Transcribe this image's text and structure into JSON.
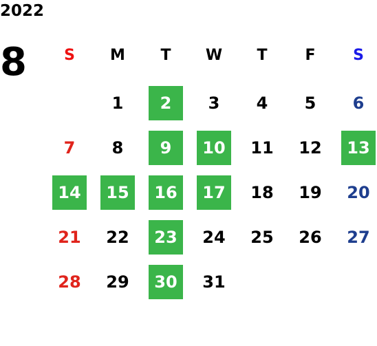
{
  "calendar": {
    "year": "2022",
    "month": "8",
    "weekdays": [
      "S",
      "M",
      "T",
      "W",
      "T",
      "F",
      "S"
    ],
    "weeks": [
      [
        "",
        "1",
        "2",
        "3",
        "4",
        "5",
        "6"
      ],
      [
        "7",
        "8",
        "9",
        "10",
        "11",
        "12",
        "13"
      ],
      [
        "14",
        "15",
        "16",
        "17",
        "18",
        "19",
        "20"
      ],
      [
        "21",
        "22",
        "23",
        "24",
        "25",
        "26",
        "27"
      ],
      [
        "28",
        "29",
        "30",
        "31",
        "",
        "",
        ""
      ]
    ],
    "highlighted_days": [
      "2",
      "9",
      "10",
      "13",
      "14",
      "15",
      "16",
      "17",
      "23",
      "30"
    ],
    "colors": {
      "highlight": "#3bb54a",
      "sunday": "#e0241c",
      "saturday": "#1e3e8e",
      "saturday_header": "#1a1ae8",
      "text": "#000000"
    }
  }
}
